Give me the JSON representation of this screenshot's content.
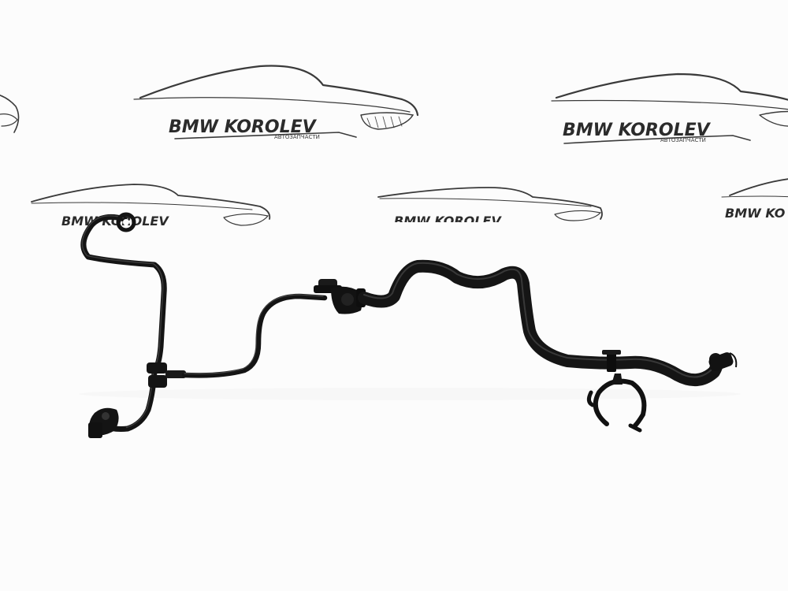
{
  "watermark": {
    "brand": "BMW KOROLEV",
    "subtitle": "АВТОЗАПЧАСТИ",
    "brand_partial": "BMW KO"
  },
  "colors": {
    "background": "#fcfcfc",
    "watermark": "#2b2b2b",
    "hose": "#141414",
    "hose_highlight": "#3c3c3c"
  },
  "objects": {
    "hose_assembly": "black-rubber-hose-with-connectors-icon",
    "clip": "hose-retaining-clip-icon"
  }
}
